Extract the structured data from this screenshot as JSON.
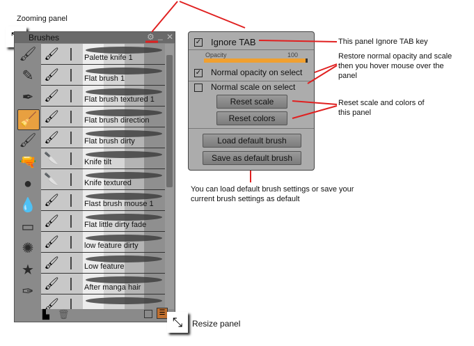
{
  "annotations": {
    "zooming": "Zooming panel",
    "resize": "Resize panel",
    "ignore_tab": "This panel Ignore TAB key",
    "restore": "Restore normal opacity and scale then you hover mouse over the panel",
    "reset": "Reset scale and colors of this panel",
    "load_save": "You can load default brush settings or save your current brush settings as default"
  },
  "panel": {
    "title": "Brushes",
    "brushes": [
      {
        "name": "Palette knife 1",
        "icon": "🖌"
      },
      {
        "name": "Flat brush 1",
        "icon": "🖌"
      },
      {
        "name": "Flat brush textured 1",
        "icon": "🖌"
      },
      {
        "name": "Flat brush direction",
        "icon": "🖌"
      },
      {
        "name": "Flat brush dirty",
        "icon": "🖌"
      },
      {
        "name": "Knife tilt",
        "icon": "🔪"
      },
      {
        "name": "Knife textured",
        "icon": "🔪"
      },
      {
        "name": "Flast brush mouse 1",
        "icon": "🖌"
      },
      {
        "name": "Flat little dirty fade",
        "icon": "🖌"
      },
      {
        "name": "low feature dirty",
        "icon": "🖌"
      },
      {
        "name": "Low feature",
        "icon": "🖌"
      },
      {
        "name": "After manga hair",
        "icon": "🖌"
      },
      {
        "name": "",
        "icon": "🖌"
      }
    ],
    "tools": [
      "brush-icon",
      "pencil-icon",
      "pen-icon",
      "eraser-brush-icon",
      "fan-brush-icon",
      "airbrush-icon",
      "round-brush-icon",
      "ink-drop-icon",
      "eraser-icon",
      "spray-icon",
      "stars-icon",
      "quill-icon"
    ],
    "tool_glyphs": [
      "🖌",
      "✎",
      "✒",
      "🧹",
      "🖌",
      "🔫",
      "●",
      "💧",
      "▭",
      "✺",
      "★",
      "✑"
    ]
  },
  "options": {
    "ignore_tab": "Ignore TAB",
    "ignore_tab_checked": true,
    "opacity_label": "Opacity",
    "opacity_value": "100",
    "opacity_fraction": 1.0,
    "normal_opacity": "Normal opacity on select",
    "normal_opacity_checked": true,
    "normal_scale": "Normal scale on select",
    "normal_scale_checked": false,
    "reset_scale": "Reset scale",
    "reset_colors": "Reset colors",
    "load_default": "Load default brush",
    "save_default": "Save as default brush",
    "check": "✓"
  },
  "colors": {
    "accent": "#f0a030",
    "arrow": "#e02020"
  }
}
